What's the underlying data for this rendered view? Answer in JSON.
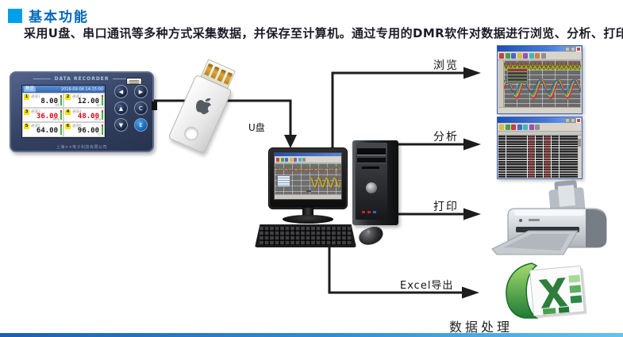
{
  "header": {
    "title": "基本功能",
    "bullet_color": "#00a0e9",
    "title_color": "#0068b7"
  },
  "description": "采用U盘、串口通讯等多种方式采集数据，并保存至计算机。通过专用的DMR软件对数据进行浏览、分析、打印及导出。",
  "recorder": {
    "brand": "DATA RECORDER",
    "screen": {
      "mode_label": "数显",
      "datetime": "2016-09-04 14:15:00",
      "alarm_color": "#e60012",
      "channels": [
        {
          "no": "1",
          "label": "通道1",
          "value": "8.00",
          "unit": "t/h"
        },
        {
          "no": "2",
          "label": "通道2",
          "value": "12.00",
          "unit": "m³"
        },
        {
          "no": "3",
          "label": "通道3",
          "value": "36.00",
          "unit": "MPa"
        },
        {
          "no": "4",
          "label": "通道4",
          "value": "48.00",
          "unit": "MPa"
        },
        {
          "no": "5",
          "label": "通道5",
          "value": "64.00",
          "unit": ""
        },
        {
          "no": "6",
          "label": "通道6",
          "value": "96.00",
          "unit": "℃"
        }
      ]
    },
    "buttons": [
      "◀",
      "▶",
      "▲",
      "C",
      "▼",
      "E"
    ],
    "footer": "上海××电子科技有限公司"
  },
  "usb_label": "U盘",
  "flows": [
    {
      "label": "浏览"
    },
    {
      "label": "分析"
    },
    {
      "label": "打印"
    },
    {
      "label": "Excel导出"
    }
  ],
  "result_label": "数据处理",
  "colors": {
    "excel_green": "#217346",
    "line_black": "#1c1c1c"
  }
}
